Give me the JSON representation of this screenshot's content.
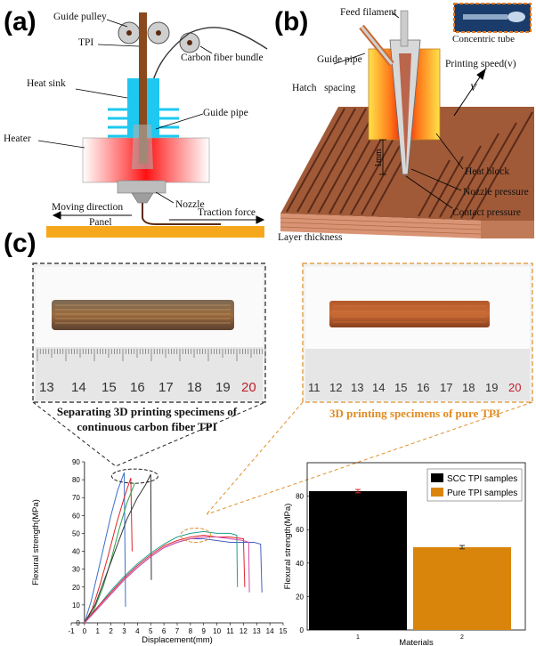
{
  "panel_a": {
    "label": "(a)",
    "guide_pulley": "Guide pulley",
    "tpi": "TPI",
    "carbon_fiber_bundle": "Carbon fiber bundle",
    "heat_sink": "Heat sink",
    "guide_pipe": "Guide pipe",
    "heater": "Heater",
    "nozzle": "Nozzle",
    "moving_direction": "Moving direction",
    "traction_force": "Traction force",
    "panel": "Panel"
  },
  "panel_b": {
    "label": "(b)",
    "feed_filament": "Feed filament",
    "concentric_tube": "Concentric tube",
    "guide_pipe": "Guide pipe",
    "printing_speed": "Printing speed(v)",
    "v": "V",
    "hatch_spacing": "Hatch   spacing",
    "dimension": "1mm",
    "heat_block": "Heat block",
    "nozzle_pressure": "Nozzle pressure",
    "contact_pressure": "Contact pressure",
    "layer_thickness": "Layer thickness"
  },
  "panel_c": {
    "label": "(c)",
    "photo_left": {
      "ruler_ticks": [
        "13",
        "14",
        "15",
        "16",
        "17",
        "18",
        "19",
        "20"
      ],
      "caption_line1": "Separating 3D printing specimens of",
      "caption_line2": "continuous carbon fiber TPI"
    },
    "photo_right": {
      "ruler_ticks": [
        "11",
        "12",
        "13",
        "14",
        "15",
        "16",
        "17",
        "18",
        "19",
        "20"
      ],
      "caption": "3D printing specimens of pure TPI"
    }
  },
  "colors": {
    "heat_sink": "#1ec8f0",
    "heater_red": "#ff2a2a",
    "panel_orange": "#f6a81c",
    "tpi_brown": "#8b4a1e",
    "black_dash": "#222222",
    "orange_dash": "#e8902a",
    "scc_bar": "#000000",
    "pure_bar": "#d9850c"
  },
  "chart_data": [
    {
      "type": "line",
      "xlabel": "Displacement(mm)",
      "ylabel": "Flexural strength(MPa)",
      "xlim": [
        -1,
        15
      ],
      "ylim": [
        0,
        90
      ],
      "xticks": [
        "-1",
        "0",
        "1",
        "2",
        "3",
        "4",
        "5",
        "6",
        "7",
        "8",
        "9",
        "10",
        "11",
        "12",
        "13",
        "14",
        "15"
      ],
      "yticks": [
        "0",
        "10",
        "20",
        "30",
        "40",
        "50",
        "60",
        "70",
        "80",
        "90"
      ],
      "series": [
        {
          "color": "#3a6fc9",
          "x": [
            0,
            0.5,
            1,
            1.5,
            2,
            2.5,
            3,
            3.1
          ],
          "y": [
            0,
            12,
            28,
            44,
            60,
            74,
            84,
            9
          ]
        },
        {
          "color": "#e0242a",
          "x": [
            0,
            0.6,
            1.2,
            1.8,
            2.4,
            3,
            3.5,
            3.6
          ],
          "y": [
            0,
            8,
            22,
            38,
            55,
            70,
            81,
            40
          ]
        },
        {
          "color": "#2fa04a",
          "x": [
            0,
            0.7,
            1.4,
            2,
            2.6,
            3.2,
            3.8
          ],
          "y": [
            0,
            7,
            20,
            35,
            52,
            67,
            78
          ]
        },
        {
          "color": "#333333",
          "x": [
            0,
            0.8,
            1.6,
            2.4,
            3.2,
            4,
            4.6,
            5,
            5.05
          ],
          "y": [
            0,
            10,
            26,
            42,
            58,
            70,
            77,
            83,
            24
          ]
        },
        {
          "color": "#4a5fbf",
          "x": [
            0,
            1,
            2,
            3,
            4,
            5,
            6,
            7,
            8,
            9,
            10,
            11,
            12,
            12.8,
            13.3,
            13.4
          ],
          "y": [
            0,
            8,
            16,
            24,
            31,
            37,
            42,
            45,
            47,
            47,
            46,
            45,
            45,
            45,
            44,
            17
          ]
        },
        {
          "color": "#1e9e8e",
          "x": [
            0,
            1,
            2,
            3,
            4,
            5,
            6,
            7,
            8,
            9,
            10,
            11,
            11.5,
            11.55
          ],
          "y": [
            0,
            9,
            18,
            26,
            33,
            39,
            44,
            48,
            50,
            51,
            50,
            50,
            49,
            20
          ]
        },
        {
          "color": "#e0242a",
          "x": [
            0,
            1,
            2,
            3,
            4,
            5,
            6,
            7,
            8,
            9,
            10,
            11,
            12,
            12.1
          ],
          "y": [
            0,
            9,
            17,
            25,
            32,
            38,
            43,
            46,
            48,
            49,
            48,
            48,
            47,
            20
          ]
        },
        {
          "color": "#d44aa8",
          "x": [
            0,
            1,
            2,
            3,
            4,
            5,
            6,
            7,
            8,
            9,
            10,
            11,
            12,
            12.4,
            12.45
          ],
          "y": [
            0,
            8,
            16,
            24,
            31,
            37,
            42,
            45,
            47,
            48,
            48,
            47,
            46,
            45,
            17
          ]
        }
      ]
    },
    {
      "type": "bar",
      "xlabel": "Materials",
      "ylabel": "Flexural strength(MPa)",
      "categories": [
        "1",
        "2"
      ],
      "values": [
        83,
        49.5
      ],
      "errors": [
        1,
        1
      ],
      "ylim": [
        0,
        100
      ],
      "yticks": [
        "0",
        "20",
        "40",
        "60",
        "80"
      ],
      "legend": [
        "SCC TPI samples",
        "Pure TPI samples"
      ],
      "legend_position": "top-right",
      "colors": [
        "#000000",
        "#d9850c"
      ]
    }
  ]
}
